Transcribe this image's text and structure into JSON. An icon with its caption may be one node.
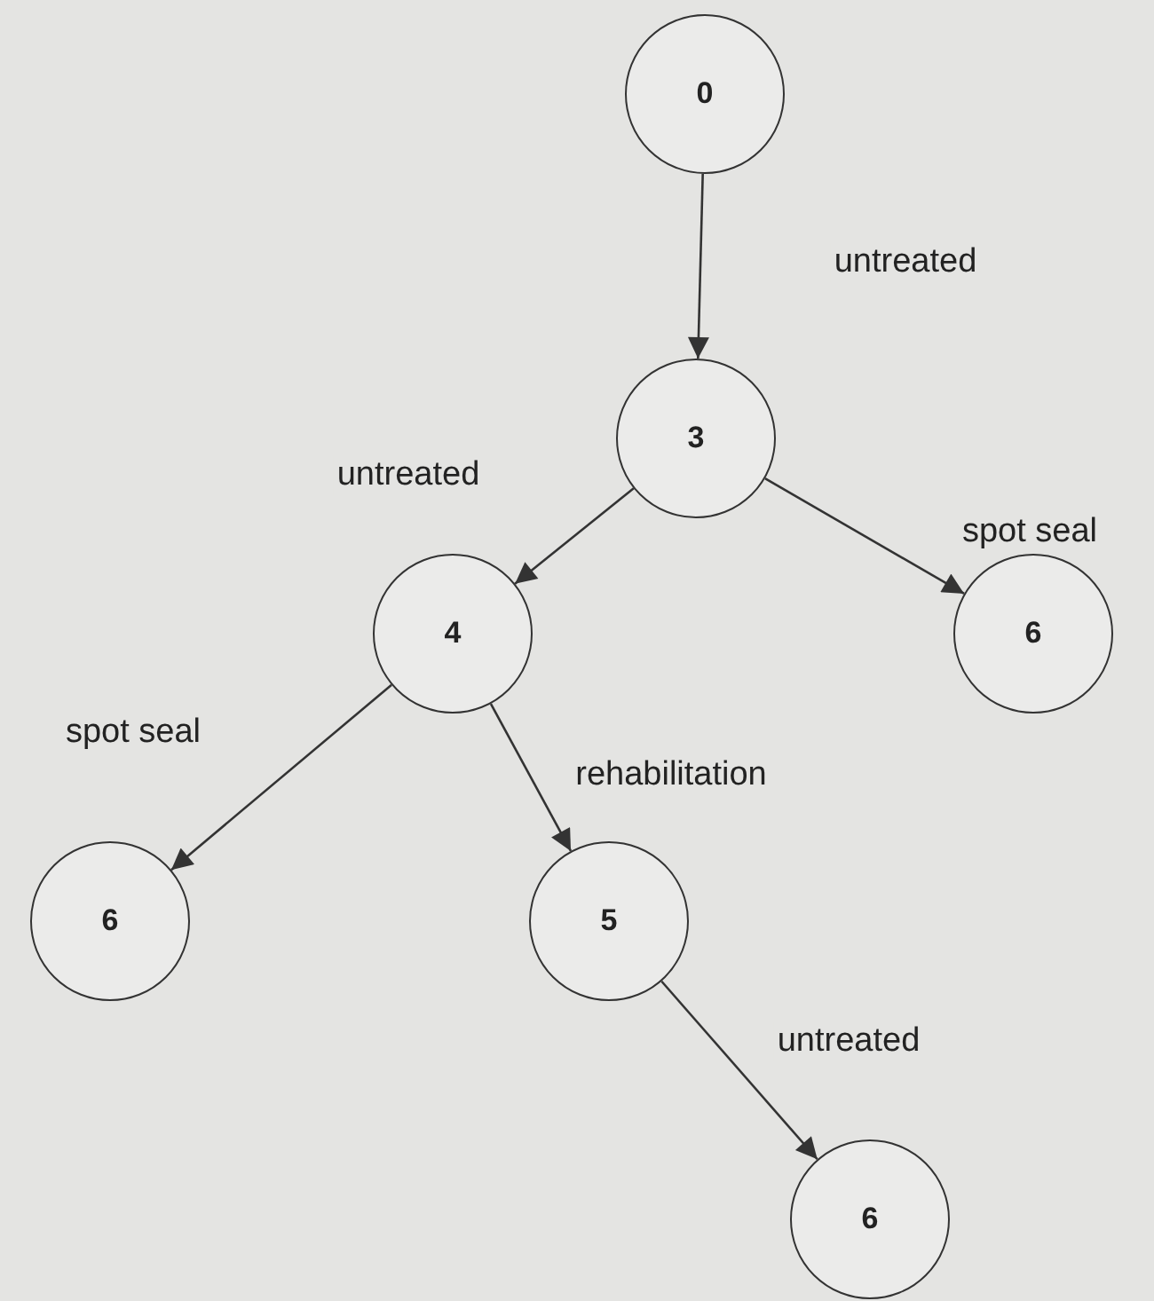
{
  "diagram": {
    "nodes": [
      {
        "text": [
          "0"
        ]
      },
      {
        "text": [
          "3"
        ]
      },
      {
        "text": [
          "4"
        ]
      },
      {
        "text": [
          "6"
        ]
      },
      {
        "text": [
          "6"
        ]
      },
      {
        "text": [
          "5"
        ]
      },
      {
        "text": [
          "6"
        ]
      }
    ],
    "edges": [
      {
        "from": 0,
        "to": 1,
        "arrow": "to",
        "label": "untreated"
      },
      {
        "from": 1,
        "to": 2,
        "arrow": "to",
        "label": "untreated"
      },
      {
        "from": 1,
        "to": 3,
        "arrow": "to",
        "label": "spot seal"
      },
      {
        "from": 2,
        "to": 4,
        "arrow": "to",
        "label": "spot seal"
      },
      {
        "from": 2,
        "to": 5,
        "arrow": "to",
        "label": "rehabilitation"
      },
      {
        "from": 5,
        "to": 6,
        "arrow": "to",
        "label": "untreated"
      }
    ]
  }
}
